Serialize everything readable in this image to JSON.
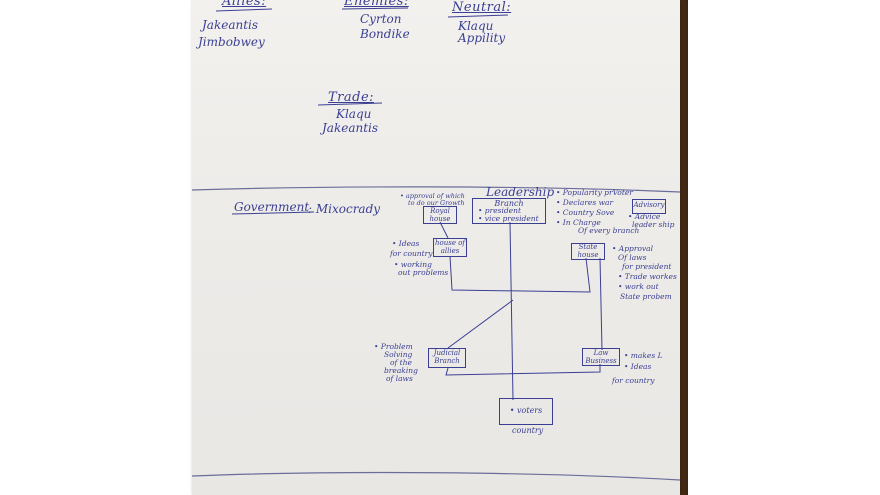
{
  "top": {
    "allies": {
      "heading": "Allies:",
      "items": [
        "Jakeantis",
        "Jimbobwey"
      ]
    },
    "enemies": {
      "heading": "Enemies:",
      "items": [
        "Cyrton",
        "Bondike"
      ]
    },
    "neutral": {
      "heading": "Neutral:",
      "items": [
        "Klaqu",
        "Appility"
      ]
    },
    "trade": {
      "heading": "Trade:",
      "items": [
        "Klaqu",
        "Jakeantis"
      ]
    }
  },
  "government": {
    "label": "Government",
    "type": ": Mixocrady"
  },
  "diagram": {
    "leadership": {
      "title": "Leadership",
      "box_text": "Branch",
      "lines": [
        "• president",
        "• vice president"
      ]
    },
    "royal_house": "Royal house",
    "house_of_allies": "house of allies",
    "state_house": "State house",
    "advisory": "Advisory",
    "judicial": "Judicial Branch",
    "law_business": "Law Business",
    "voters": "• voters",
    "voters_caption": "country",
    "notes_left_top": [
      "• approval of which",
      "to do our Growth"
    ],
    "notes_house_allies": [
      "• Ideas",
      "for country",
      "• working",
      "out problems"
    ],
    "notes_right_top": [
      "• Popularity prVoter",
      "• Declares war",
      "• Country Sove",
      "• In Charge",
      "Of every branch"
    ],
    "notes_advisory": [
      "• Advice",
      "leader ship"
    ],
    "notes_state": [
      "• Approval",
      "Of laws",
      "for president",
      "• Trade workes",
      "• work out",
      "State probem"
    ],
    "notes_judicial": [
      "• Problem",
      "Solving",
      "of the",
      "breaking",
      "of laws"
    ],
    "notes_law": [
      "• makes L",
      "• Ideas",
      "for country"
    ]
  }
}
